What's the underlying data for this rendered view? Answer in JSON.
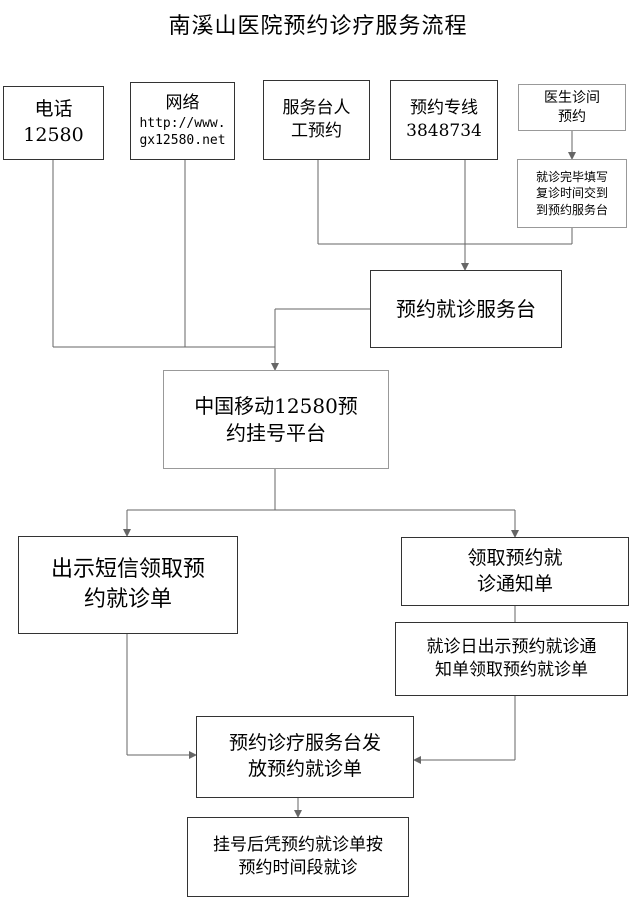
{
  "title": "南溪山医院预约诊疗服务流程",
  "nodes": {
    "phone": "电话\n12580",
    "web_label": "网络",
    "web_url": "http://www.\ngx12580.net",
    "desk_manual": "服务台人\n工预约",
    "hotline": "预约专线\n3848734",
    "doctor_room": "医生诊间\n预约",
    "after_visit": "就诊完毕填写\n复诊时间交到\n到预约服务台",
    "service_desk": "预约就诊服务台",
    "platform": "中国移动12580预\n约挂号平台",
    "sms": "出示短信领取预\n约就诊单",
    "get_notice": "领取预约就\n诊通知单",
    "on_visit_day": "就诊日出示预约就诊通\n知单领取预约就诊单",
    "issue": "预约诊疗服务台发\n放预约就诊单",
    "final": "挂号后凭预约就诊单按\n预约时间段就诊"
  },
  "colors": {
    "line": "#666666",
    "border": "#333333"
  }
}
